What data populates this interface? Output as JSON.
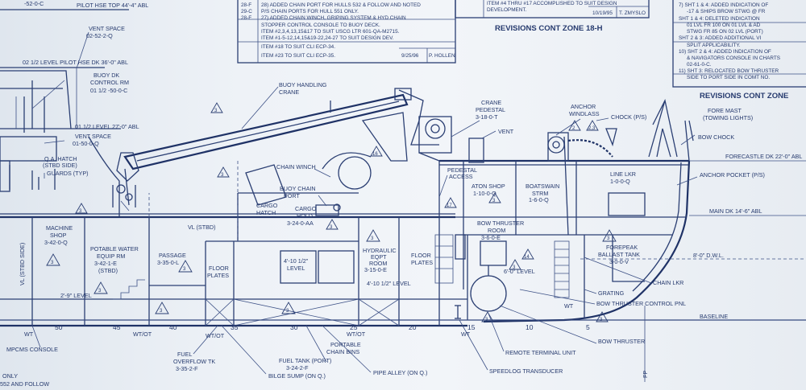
{
  "revision_blocks": {
    "left": [
      {
        "tag": "28-F",
        "text": "28) ADDED CHAIN PORT FOR HULLS 532 & FOLLOW AND NOTED"
      },
      {
        "tag": "29-C",
        "text": "P/S CHAIN PORTS FOR HULL 551 ONLY."
      },
      {
        "tag": "28-F",
        "text": "27) ADDED CHAIN WINCH, GRIPING SYSTEM & HYD CHAIN"
      },
      {
        "tag": "",
        "text": "STOPPER CONTROL CONSOLE TO BUOY DECK."
      },
      {
        "tag": "",
        "text": "ITEM #2,3,4,13,15&17 TO SUIT USCG LTR 601-QA-M2715."
      },
      {
        "tag": "",
        "text": "ITEM #1-5-12,14,15&19-22,24-27 TO SUIT DESIGN DEV."
      },
      {
        "tag": "",
        "text": "ITEM #18 TO SUIT CLI ECP-34."
      },
      {
        "tag": "",
        "text": "ITEM #23 TO SUIT CLI ECP-35."
      }
    ],
    "left_stamp": {
      "date": "9/25/96",
      "initials": "P. HOLLEN"
    },
    "middle": [
      "ITEM #4 THRU #17 ACCOMPLISHED TO SUIT DESIGN",
      "DEVELOPMENT."
    ],
    "middle_stamp": {
      "date": "10/19/95",
      "initials": "T. ZMYSLO"
    },
    "middle_title": "REVISIONS CONT ZONE 18-H",
    "right": [
      "7) SHT 1 & 4: ADDED INDICATION OF",
      "-17 & SHIPS BROW STWG @ FR",
      "SHT 1 & 4: DELETED INDICATION",
      "01 LVL FR 100 ON 01 LVL & AD",
      "STWG FR 85 ON 02 LVL (PORT)",
      "SHT 2 & 3: ADDED ADDITIONAL VI",
      "SPLIT APPLICABILITY.",
      "10) SHT 2 & 4: ADDED INDICATION OF",
      "& NAVIGATORS CONSOLE IN CHARTS",
      "02-61-0-C.",
      "11) SHT 3: RELOCATED BOW THRUSTER",
      "SIDE TO PORT SIDE IN COMT NO."
    ],
    "right_title": "REVISIONS CONT ZONE"
  },
  "labels": {
    "pilot_top": "PILOT HSE TOP 44'-4\" ABL",
    "top_left_code": "-52-0-C",
    "vent_space_02": "VENT SPACE",
    "vent_space_02_code": "02-52-2-Q",
    "level_02": "02 1/2 LEVEL PILOT HSE DK 36'-0\" ABL",
    "buoy_dk_ctrl": "BUOY DK",
    "buoy_dk_ctrl2": "CONTROL RM",
    "buoy_dk_ctrl_code": "01 1/2 -50-0-C",
    "level_01": "01 1/2 LEVEL 27'-0\" ABL",
    "vent_space_01": "VENT SPACE",
    "vent_space_01_code": "01-50-0-Q",
    "qa_hatch": "Q.A. HATCH",
    "qa_hatch2": "(STBD SIDE)",
    "guards": "GUARDS (TYP)",
    "buoy_crane": "BUOY HANDLING",
    "buoy_crane2": "CRANE",
    "chain_winch": "CHAIN WINCH",
    "buoy_chain_port": "BUOY CHAIN",
    "buoy_chain_port2": "PORT",
    "cargo_hatch": "CARGO",
    "cargo_hatch2": "HATCH",
    "crane_pedestal": "CRANE",
    "crane_pedestal2": "PEDESTAL",
    "crane_pedestal_code": "3-18-0-T",
    "vent": "VENT",
    "anchor_windlass": "ANCHOR",
    "anchor_windlass2": "WINDLASS",
    "chock": "CHOCK (P/S)",
    "fore_mast": "FORE MAST",
    "fore_mast2": "(TOWING LIGHTS)",
    "bow_chock": "BOW CHOCK",
    "forecastle": "FORECASTLE DK 22'-0\" ABL",
    "anchor_pocket": "ANCHOR POCKET (P/S)",
    "pedestal_access": "PEDESTAL",
    "pedestal_access2": "ACCESS",
    "aton_shop": "ATON SHOP",
    "aton_shop_code": "1-10-0-Q",
    "boatswain": "BOATSWAIN",
    "boatswain2": "STRM",
    "boatswain_code": "1-6-0-Q",
    "line_lkr": "LINE LKR",
    "line_lkr_code": "1-0-0-Q",
    "main_dk": "MAIN DK 14'-6\" ABL",
    "vl_stbd": "VL (STBD)",
    "machine_shop": "MACHINE",
    "machine_shop2": "SHOP",
    "machine_shop_code": "3-42-0-Q",
    "potable": "POTABLE WATER",
    "potable2": "EQUIP RM",
    "potable_code": "3-42-1-E",
    "potable3": "(STBD)",
    "passage": "PASSAGE",
    "passage_code": "3-35-0-L",
    "floor_plates_1": "FLOOR",
    "floor_plates_1b": "PLATES",
    "cargo_hold": "CARGO",
    "cargo_hold2": "HOLD",
    "cargo_hold_code": "3-24-0-AA",
    "level_4_10": "4'-10 1/2\"",
    "level_4_10b": "LEVEL",
    "hyd_room": "HYDRAULIC",
    "hyd_room2": "EQPT",
    "hyd_room3": "ROOM",
    "hyd_room_code": "3-15-0-E",
    "floor_plates_2": "FLOOR",
    "floor_plates_2b": "PLATES",
    "level_4_10_2": "4'-10 1/2\" LEVEL",
    "bow_thruster_room": "BOW THRUSTER",
    "bow_thruster_room2": "ROOM",
    "bow_thruster_code": "3-6-0-E",
    "level_6_0": "6'-0\" LEVEL",
    "forepeak": "FOREPEAK",
    "forepeak2": "BALLAST TANK",
    "forepeak_code": "3-0-0-V",
    "dwl": "8'-0\" D.W.L.",
    "chain_lkr": "CHAIN LKR",
    "grating": "GRATING",
    "bow_thruster_ctrl": "BOW THRUSTER CONTROL PNL",
    "baseline": "BASELINE",
    "level_2_9": "2'-9\" LEVEL",
    "vl_stbd_side": "VL (STBD SIDE)",
    "wt": "WT",
    "wt_ot": "WT/OT",
    "mpcms": "MPCMS CONSOLE",
    "only": "ONLY",
    "follow": "552 AND FOLLOW",
    "fuel_overflow": "FUEL",
    "fuel_overflow2": "OVERFLOW TK",
    "fuel_overflow_code": "3-35-2-F",
    "bilge_sump": "BILGE SUMP (ON Q.)",
    "fuel_tank": "FUEL TANK (PORT)",
    "fuel_tank_code": "3-24-2-F",
    "portable_chain": "PORTABLE",
    "portable_chain2": "CHAIN BINS",
    "pipe_alley": "PIPE ALLEY (ON Q.)",
    "speedlog": "SPEEDLOG TRANSDUCER",
    "remote_terminal": "REMOTE TERMINAL UNIT",
    "bow_thruster": "BOW THRUSTER",
    "fp": "FP"
  },
  "frames": [
    "50",
    "45",
    "40",
    "35",
    "30",
    "25",
    "20",
    "15",
    "10",
    "5"
  ],
  "rev_marks": [
    "2",
    "3",
    "16",
    "17",
    "1",
    "14"
  ]
}
